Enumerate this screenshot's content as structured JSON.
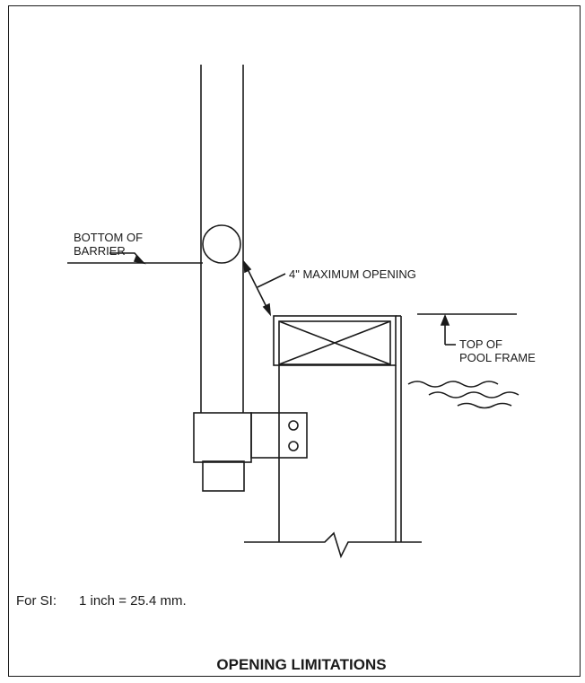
{
  "labels": {
    "bottom_of_barrier_line1": "BOTTOM OF",
    "bottom_of_barrier_line2": "BARRIER",
    "max_opening": "4\" MAXIMUM OPENING",
    "top_of_pool_frame_line1": "TOP OF",
    "top_of_pool_frame_line2": "POOL FRAME"
  },
  "note": {
    "prefix": "For SI:",
    "text": "1 inch = 25.4 mm."
  },
  "title": "OPENING LIMITATIONS",
  "colors": {
    "ink": "#1a1a1a",
    "background": "#ffffff"
  }
}
